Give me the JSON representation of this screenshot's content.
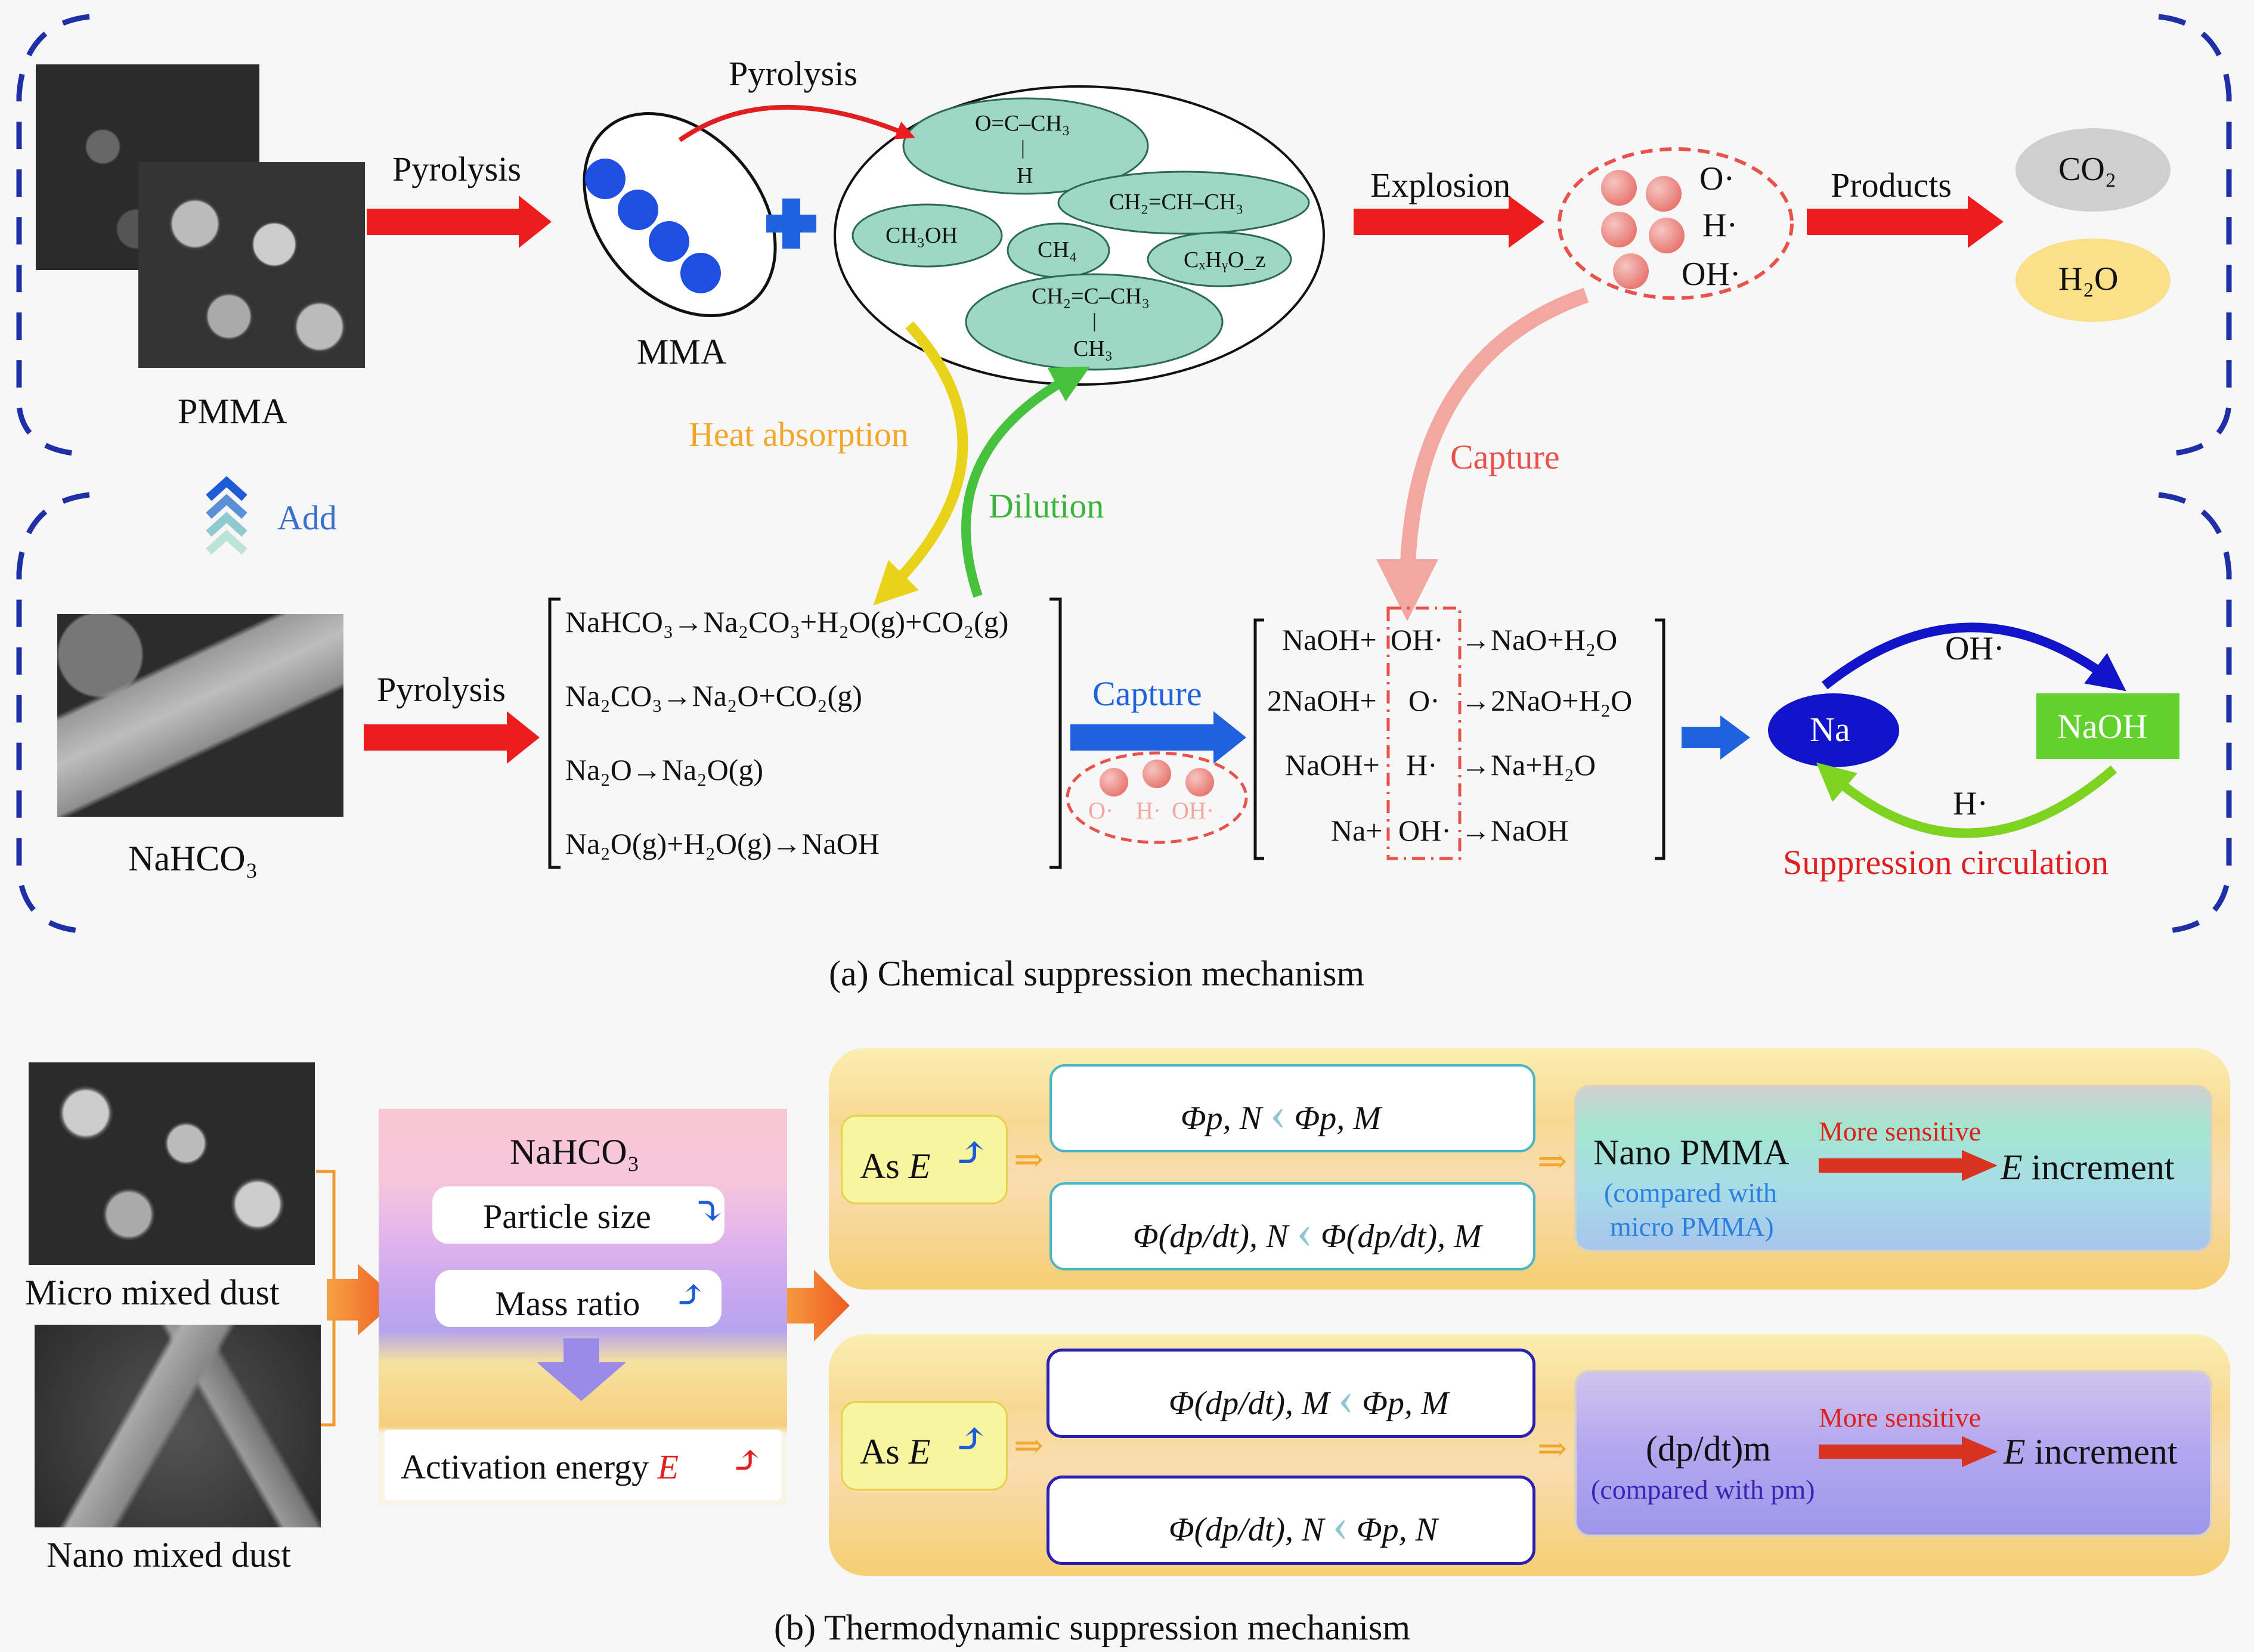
{
  "panel_a": {
    "caption": "(a) Chemical suppression mechanism",
    "pmma_label": "PMMA",
    "pyrolysis_1": "Pyrolysis",
    "pyrolysis_2": "Pyrolysis",
    "pyrolysis_3": "Pyrolysis",
    "mma_label": "MMA",
    "explosion_label": "Explosion",
    "products_label": "Products",
    "products": [
      "CO₂",
      "H₂O"
    ],
    "radicals": [
      "O·",
      "H·",
      "OH·"
    ],
    "heat_absorption": "Heat absorption",
    "dilution": "Dilution",
    "capture_top": "Capture",
    "capture_mid": "Capture",
    "add_label": "Add",
    "nahco3_label": "NaHCO₃",
    "pyrolysis_species": [
      "O=C–CH₃",
      "H",
      "CH₂=CH–CH₃",
      "CH₃OH",
      "CH₄",
      "CₓHᵧO_z",
      "CH₂=C–CH₃",
      "CH₃"
    ],
    "decomp_equations": [
      "NaHCO₃→Na₂CO₃+H₂O(g)+CO₂(g)",
      "Na₂CO₃→Na₂O+CO₂(g)",
      "Na₂O→Na₂O(g)",
      "Na₂O(g)+H₂O(g)→NaOH"
    ],
    "capture_radicals": [
      "O·",
      "H·",
      "OH·"
    ],
    "capture_equations": [
      {
        "left": "NaOH+",
        "mid": "OH·",
        "right": "→NaO+H₂O"
      },
      {
        "left": "2NaOH+",
        "mid": "O·",
        "right": "→2NaO+H₂O"
      },
      {
        "left": "NaOH+",
        "mid": "H·",
        "right": "→Na+H₂O"
      },
      {
        "left": "Na+",
        "mid": "OH·",
        "right": "→NaOH"
      }
    ],
    "cycle": {
      "na": "Na",
      "naoh": "NaOH",
      "top": "OH·",
      "bottom": "H·",
      "label": "Suppression circulation"
    }
  },
  "panel_b": {
    "caption": "(b) Thermodynamic suppression mechanism",
    "micro_label": "Micro mixed dust",
    "nano_label": "Nano mixed dust",
    "nahco3_title": "NaHCO₃",
    "particle_size": "Particle size",
    "mass_ratio": "Mass ratio",
    "activation_energy": "Activation energy",
    "e_symbol": "E",
    "upper": {
      "as_e": "As E",
      "row1_left": "Φp, N",
      "row1_right": "Φp, M",
      "row2_left": "Φ(dp/dt), N",
      "row2_right": "Φ(dp/dt), M",
      "result_title": "Nano PMMA",
      "result_note_1": "(compared with",
      "result_note_2": "micro PMMA)",
      "more_sensitive": "More sensitive",
      "increment": "E increment"
    },
    "lower": {
      "as_e": "As E",
      "row1_left": "Φ(dp/dt), M",
      "row1_right": "Φp, M",
      "row2_left": "Φ(dp/dt), N",
      "row2_right": "Φp, N",
      "result_title": "(dp/dt)m",
      "result_note": "(compared with pm)",
      "more_sensitive": "More sensitive",
      "increment": "E increment"
    }
  },
  "colors": {
    "frame_blue": "#1f2fa6",
    "red_arrow": "#ee1d1d",
    "blue_arrow": "#1e62dd",
    "teal_species": "#9ed8c4",
    "heat_orange": "#f3a629",
    "dilution_green": "#3cb43c",
    "capture_red": "#e8524b",
    "naoh_green": "#62d12d",
    "na_blue": "#1114c9"
  }
}
